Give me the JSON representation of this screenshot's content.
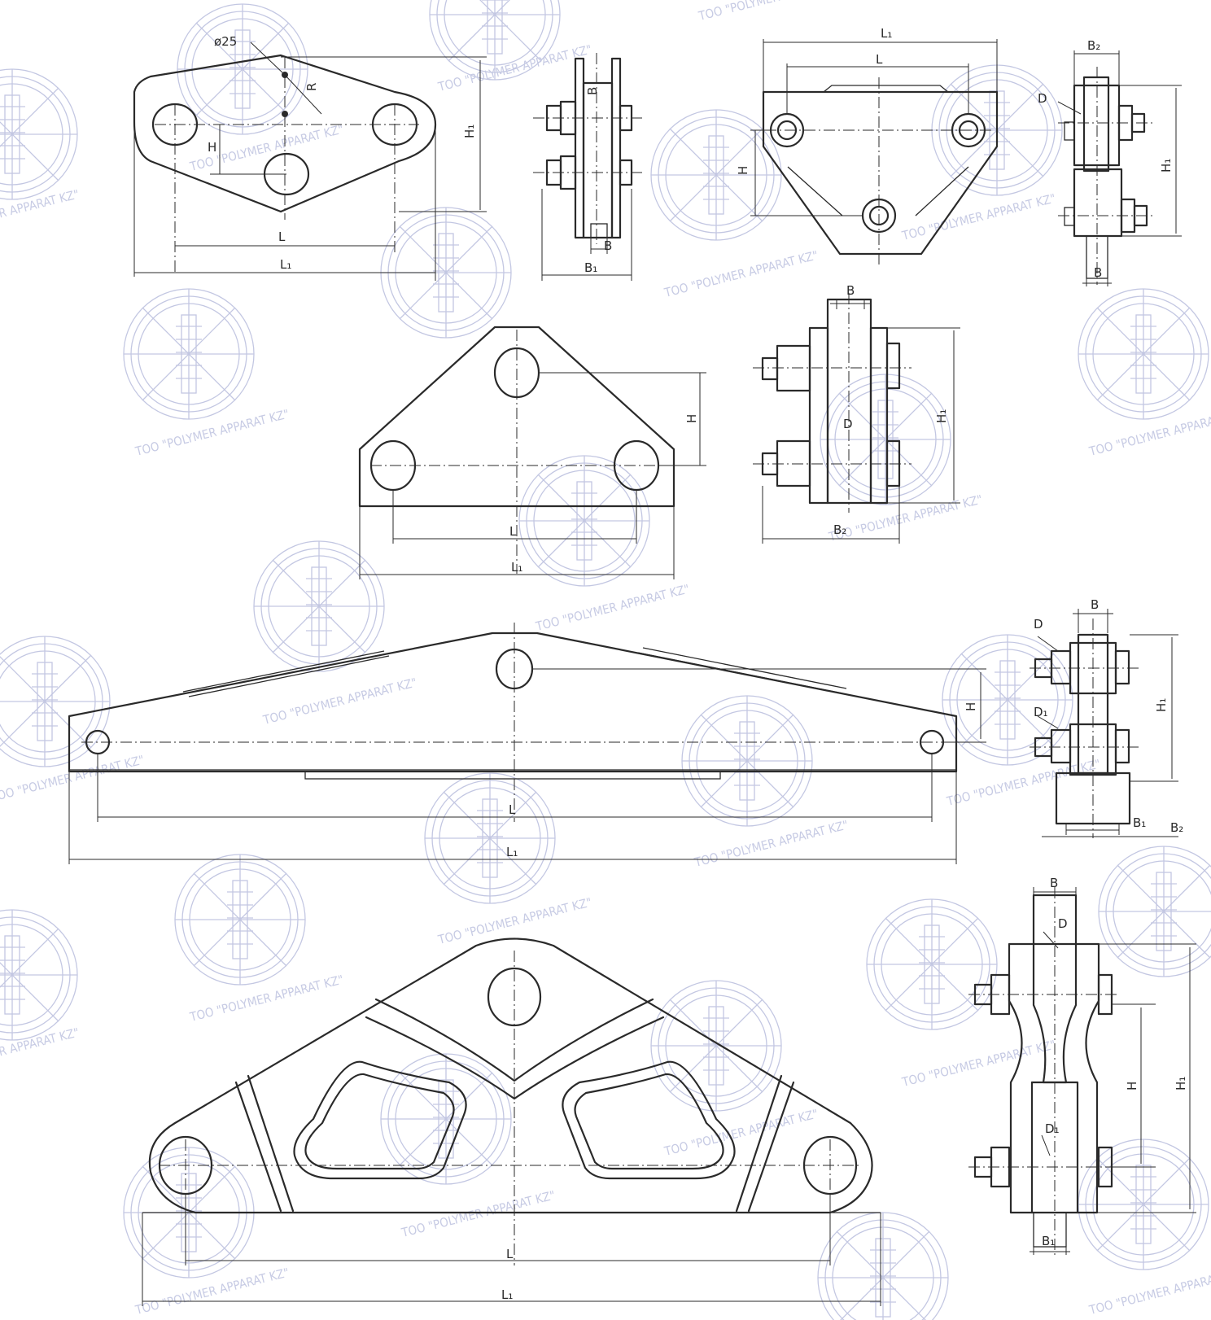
{
  "colors": {
    "line": "#2a2a2a",
    "watermark": "#c7cbe4"
  },
  "watermark": {
    "text": "TOO \"POLYMER   APPARAT KZ\""
  },
  "fig1": {
    "hole_label": "ø25",
    "radius_label": "R",
    "h_label": "H",
    "h1_label": "H₁",
    "l_label": "L",
    "l1_label": "L₁",
    "b1_label": "B₁",
    "b_label": "B"
  },
  "fig2": {
    "l1_label": "L₁",
    "l_label": "L",
    "h_label": "H",
    "b2_label": "B₂",
    "d_label": "D",
    "h1_label": "H₁",
    "b_label": "B"
  },
  "fig3": {
    "h_label": "H",
    "l_label": "L",
    "l1_label": "L₁",
    "b_label": "B",
    "h1_label": "H₁",
    "d_label": "D",
    "b2_label": "B₂"
  },
  "fig4": {
    "h_label": "H",
    "l_label": "L",
    "l1_label": "L₁",
    "b_label": "B",
    "d_label": "D",
    "d1_label": "D₁",
    "h1_label": "H₁",
    "b1_label": "B₁",
    "b2_label": "B₂"
  },
  "fig5": {
    "l_label": "L",
    "l1_label": "L₁",
    "b_label": "B",
    "d_label": "D",
    "h_label": "H",
    "h1_label": "H₁",
    "d1_label": "D₁",
    "b1_label": "B₁"
  }
}
